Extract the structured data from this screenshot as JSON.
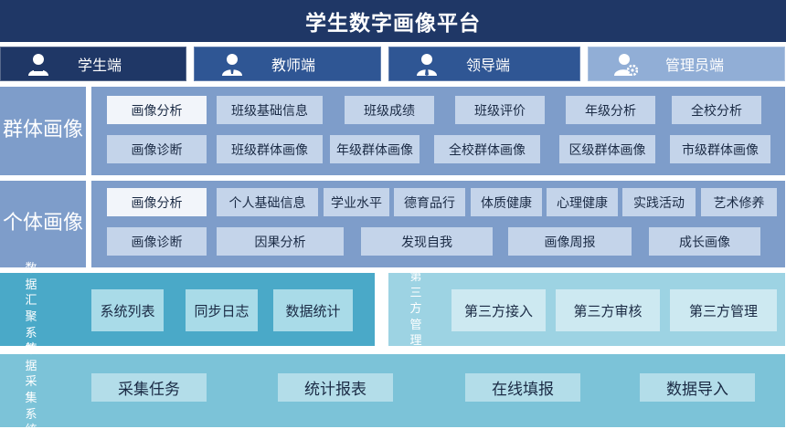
{
  "title": "学生数字画像平台",
  "tabs": [
    {
      "label": "学生端",
      "icon": "student-icon"
    },
    {
      "label": "教师端",
      "icon": "teacher-icon"
    },
    {
      "label": "领导端",
      "icon": "leader-icon"
    },
    {
      "label": "管理员端",
      "icon": "admin-gear-icon"
    }
  ],
  "group_portrait": {
    "label": "群体画像",
    "row1": [
      "画像分析",
      "班级基础信息",
      "班级成绩",
      "班级评价",
      "年级分析",
      "全校分析"
    ],
    "row2": [
      "画像诊断",
      "班级群体画像",
      "年级群体画像",
      "全校群体画像",
      "区级群体画像",
      "市级群体画像"
    ]
  },
  "individual_portrait": {
    "label": "个体画像",
    "row1": [
      "画像分析",
      "个人基础信息",
      "学业水平",
      "德育品行",
      "体质健康",
      "心理健康",
      "实践活动",
      "艺术修养"
    ],
    "row2": [
      "画像诊断",
      "因果分析",
      "发现自我",
      "画像周报",
      "成长画像"
    ]
  },
  "data_aggregation": {
    "label": "数据汇聚系统",
    "items": [
      "系统列表",
      "同步日志",
      "数据统计"
    ]
  },
  "third_party": {
    "label": "第三方管理",
    "items": [
      "第三方接入",
      "第三方审核",
      "第三方管理"
    ]
  },
  "data_collection": {
    "label": "数据采集系统",
    "items": [
      "采集任务",
      "统计报表",
      "在线填报",
      "数据导入"
    ]
  },
  "colors": {
    "title_bg": "#1f3766",
    "tab_active": "#1f3766",
    "tab": "#2f5694",
    "tab_admin": "#91aed6",
    "section_bg": "#7e9dca",
    "aggregation_bg": "#4aa9c8",
    "third_party_bg": "#9dd3e3",
    "collection_bg": "#7cc3d8"
  }
}
